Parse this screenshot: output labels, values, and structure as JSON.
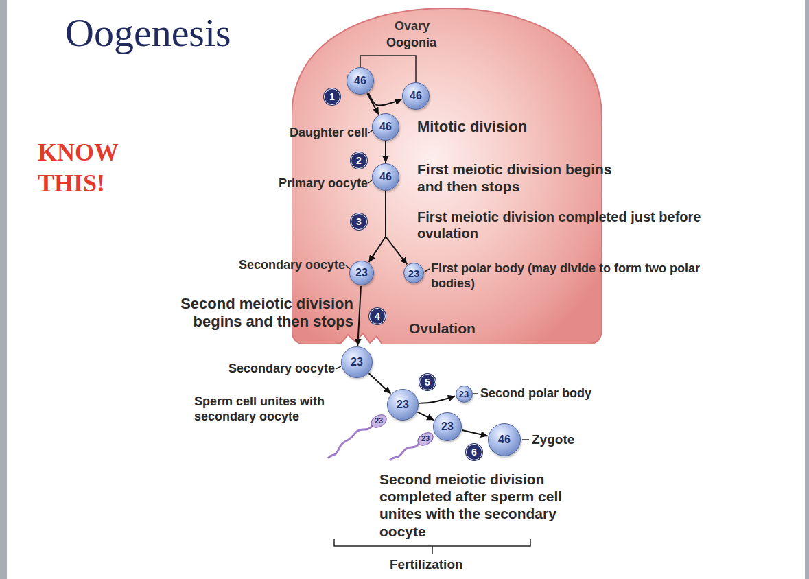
{
  "diagram": {
    "title": "Oogenesis",
    "nodes": [
      {
        "text": [
          "Ovary"
        ]
      },
      {
        "text": [
          "46"
        ],
        "in": 0
      },
      {
        "text": [
          "46"
        ],
        "in": 0
      },
      {
        "text": [
          "46"
        ],
        "in": 0
      },
      {
        "text": [
          "46"
        ],
        "in": 0
      },
      {
        "text": [
          "23"
        ],
        "in": 0
      },
      {
        "text": [
          "23"
        ],
        "in": 0
      },
      {
        "text": [
          "23"
        ]
      },
      {
        "text": [
          "23"
        ]
      },
      {
        "text": [
          "23"
        ]
      },
      {
        "text": [
          "23"
        ]
      },
      {
        "text": [
          "46"
        ]
      }
    ],
    "edges": [
      {
        "from": 1,
        "to": 2,
        "arrow": "to"
      },
      {
        "from": 1,
        "to": 3,
        "arrow": "to"
      },
      {
        "from": 3,
        "to": 4,
        "arrow": "to"
      },
      {
        "from": 4,
        "to": 5,
        "arrow": "to"
      },
      {
        "from": 4,
        "to": 6,
        "arrow": "to"
      },
      {
        "from": 5,
        "to": 7,
        "arrow": "to"
      },
      {
        "from": 7,
        "to": 8,
        "arrow": "to"
      },
      {
        "from": 8,
        "to": 9,
        "arrow": "to"
      },
      {
        "from": 8,
        "to": 10,
        "arrow": "to"
      },
      {
        "from": 10,
        "to": 11,
        "arrow": "to"
      }
    ],
    "labels": [
      "Oogonia",
      "1",
      "Daughter cell",
      "Mitotic division",
      "2",
      "Primary oocyte",
      "First meiotic division begins and then stops",
      "3",
      "First meiotic division completed just before ovulation",
      "Secondary oocyte",
      "First polar body (may divide to form two polar bodies)",
      "Second meiotic division begins and then stops",
      "4",
      "Ovulation",
      "Secondary oocyte",
      "Sperm cell unites with secondary oocyte",
      "5",
      "Second polar body",
      "23",
      "23",
      "6",
      "Zygote",
      "Second meiotic division completed after sperm cell unites with the secondary oocyte",
      "Fertilization",
      "KNOW THIS!"
    ]
  }
}
